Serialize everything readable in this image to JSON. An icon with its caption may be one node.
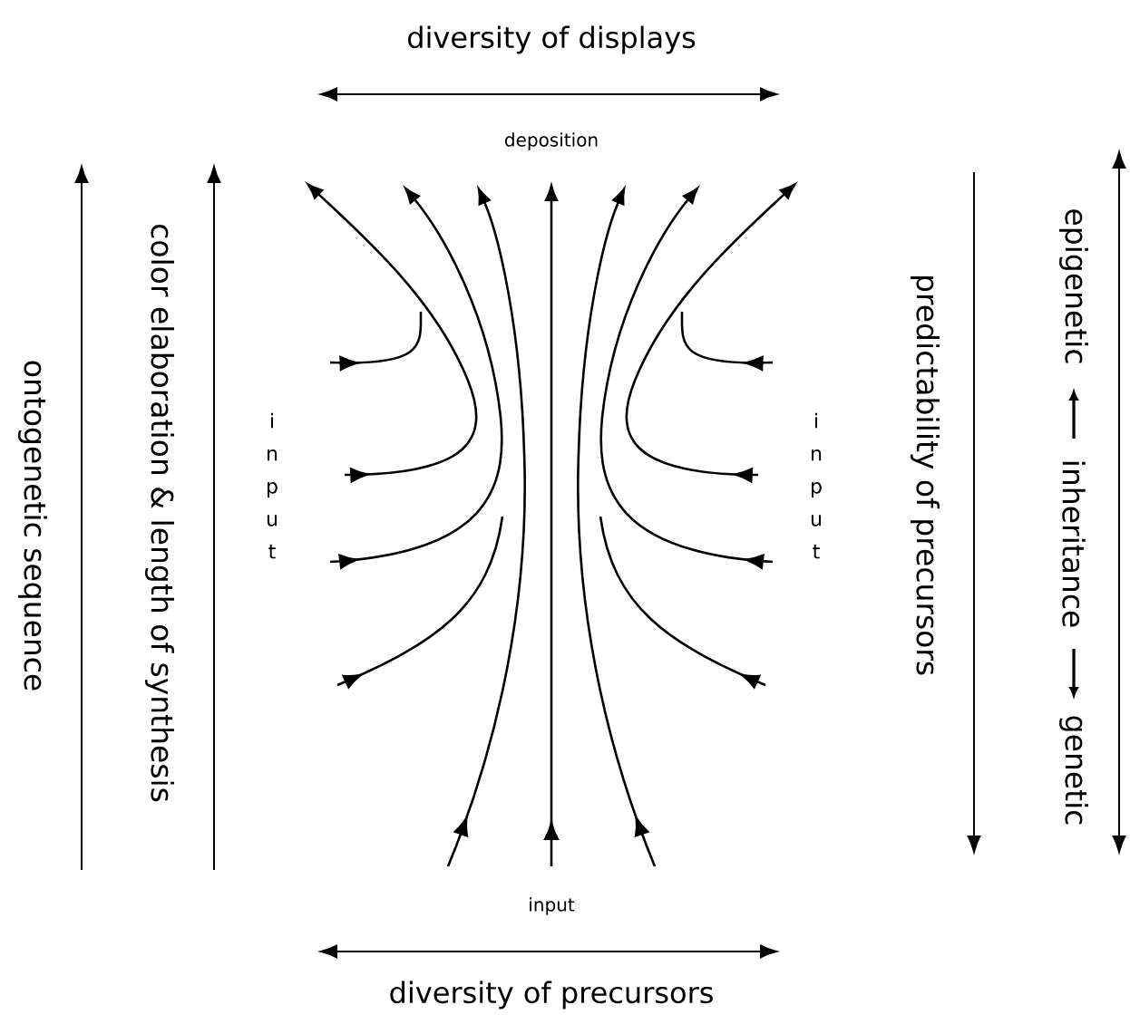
{
  "diagram": {
    "labels": [
      "diversity of displays",
      "deposition",
      "color elaboration & length of synthesis",
      "ontogenetic sequence",
      "i n p u t",
      "i n p u t",
      "predictability of precursors",
      "epigenetic",
      "inheritance",
      "genetic",
      "input",
      "diversity of precursors"
    ]
  }
}
